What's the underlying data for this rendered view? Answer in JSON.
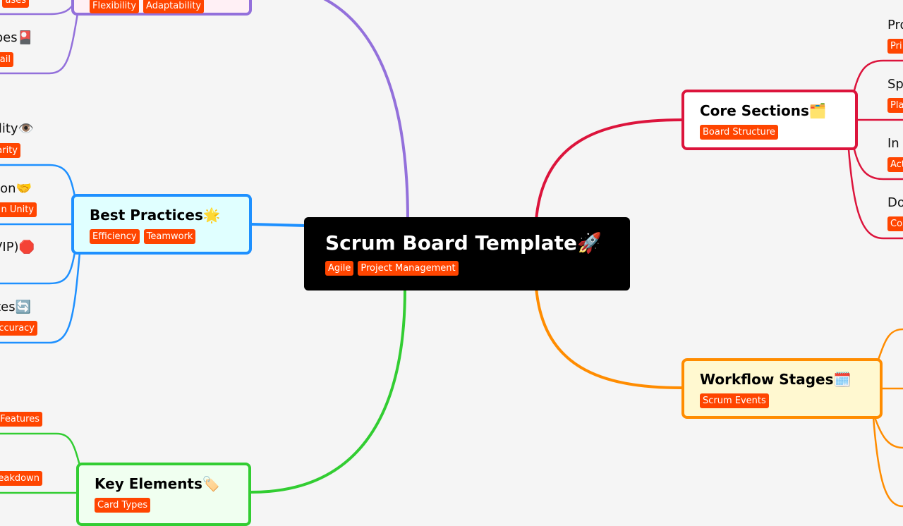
{
  "root": {
    "title": "Scrum Board Template🚀",
    "tags": [
      "Agile",
      "Project Management"
    ]
  },
  "branches": {
    "core": {
      "title": "Core Sections🗂️",
      "tags": [
        "Board Structure"
      ],
      "color": "#dc143c",
      "bg": "#ffffff",
      "leaves": [
        {
          "text": "Pro",
          "tag": "Pri"
        },
        {
          "text": "Sp",
          "tag": "Pla"
        },
        {
          "text": "In",
          "tag": "Act"
        },
        {
          "text": "Do",
          "tag": "Co"
        }
      ]
    },
    "workflow": {
      "title": "Workflow Stages🗓️",
      "tags": [
        "Scrum Events"
      ],
      "color": "#ff8c00",
      "bg": "#fff8d0"
    },
    "best": {
      "title": "Best Practices🌟",
      "tags": [
        "Efficiency",
        "Teamwork"
      ],
      "color": "#1e90ff",
      "bg": "#e0ffff",
      "leaves": [
        {
          "text": "lity👁️",
          "tag": "arity"
        },
        {
          "text": "on🤝",
          "tag": "n Unity"
        },
        {
          "text": "VIP)🛑"
        },
        {
          "text": "tes🔄",
          "tag": "ccuracy"
        }
      ]
    },
    "key": {
      "title": "Key Elements🏷️",
      "tags": [
        "Card Types"
      ],
      "color": "#32cd32",
      "bg": "#f0fff0",
      "leaves": [
        {
          "tag": "Features"
        },
        {
          "tag": "eakdown"
        }
      ]
    },
    "purple": {
      "tags": [
        "Flexibility",
        "Adaptability"
      ],
      "color": "#9370db",
      "bg": "#fff0f5",
      "leaves": [
        {
          "tag": "ases"
        },
        {
          "text": "pes🎴",
          "tag": "ail"
        }
      ]
    }
  }
}
